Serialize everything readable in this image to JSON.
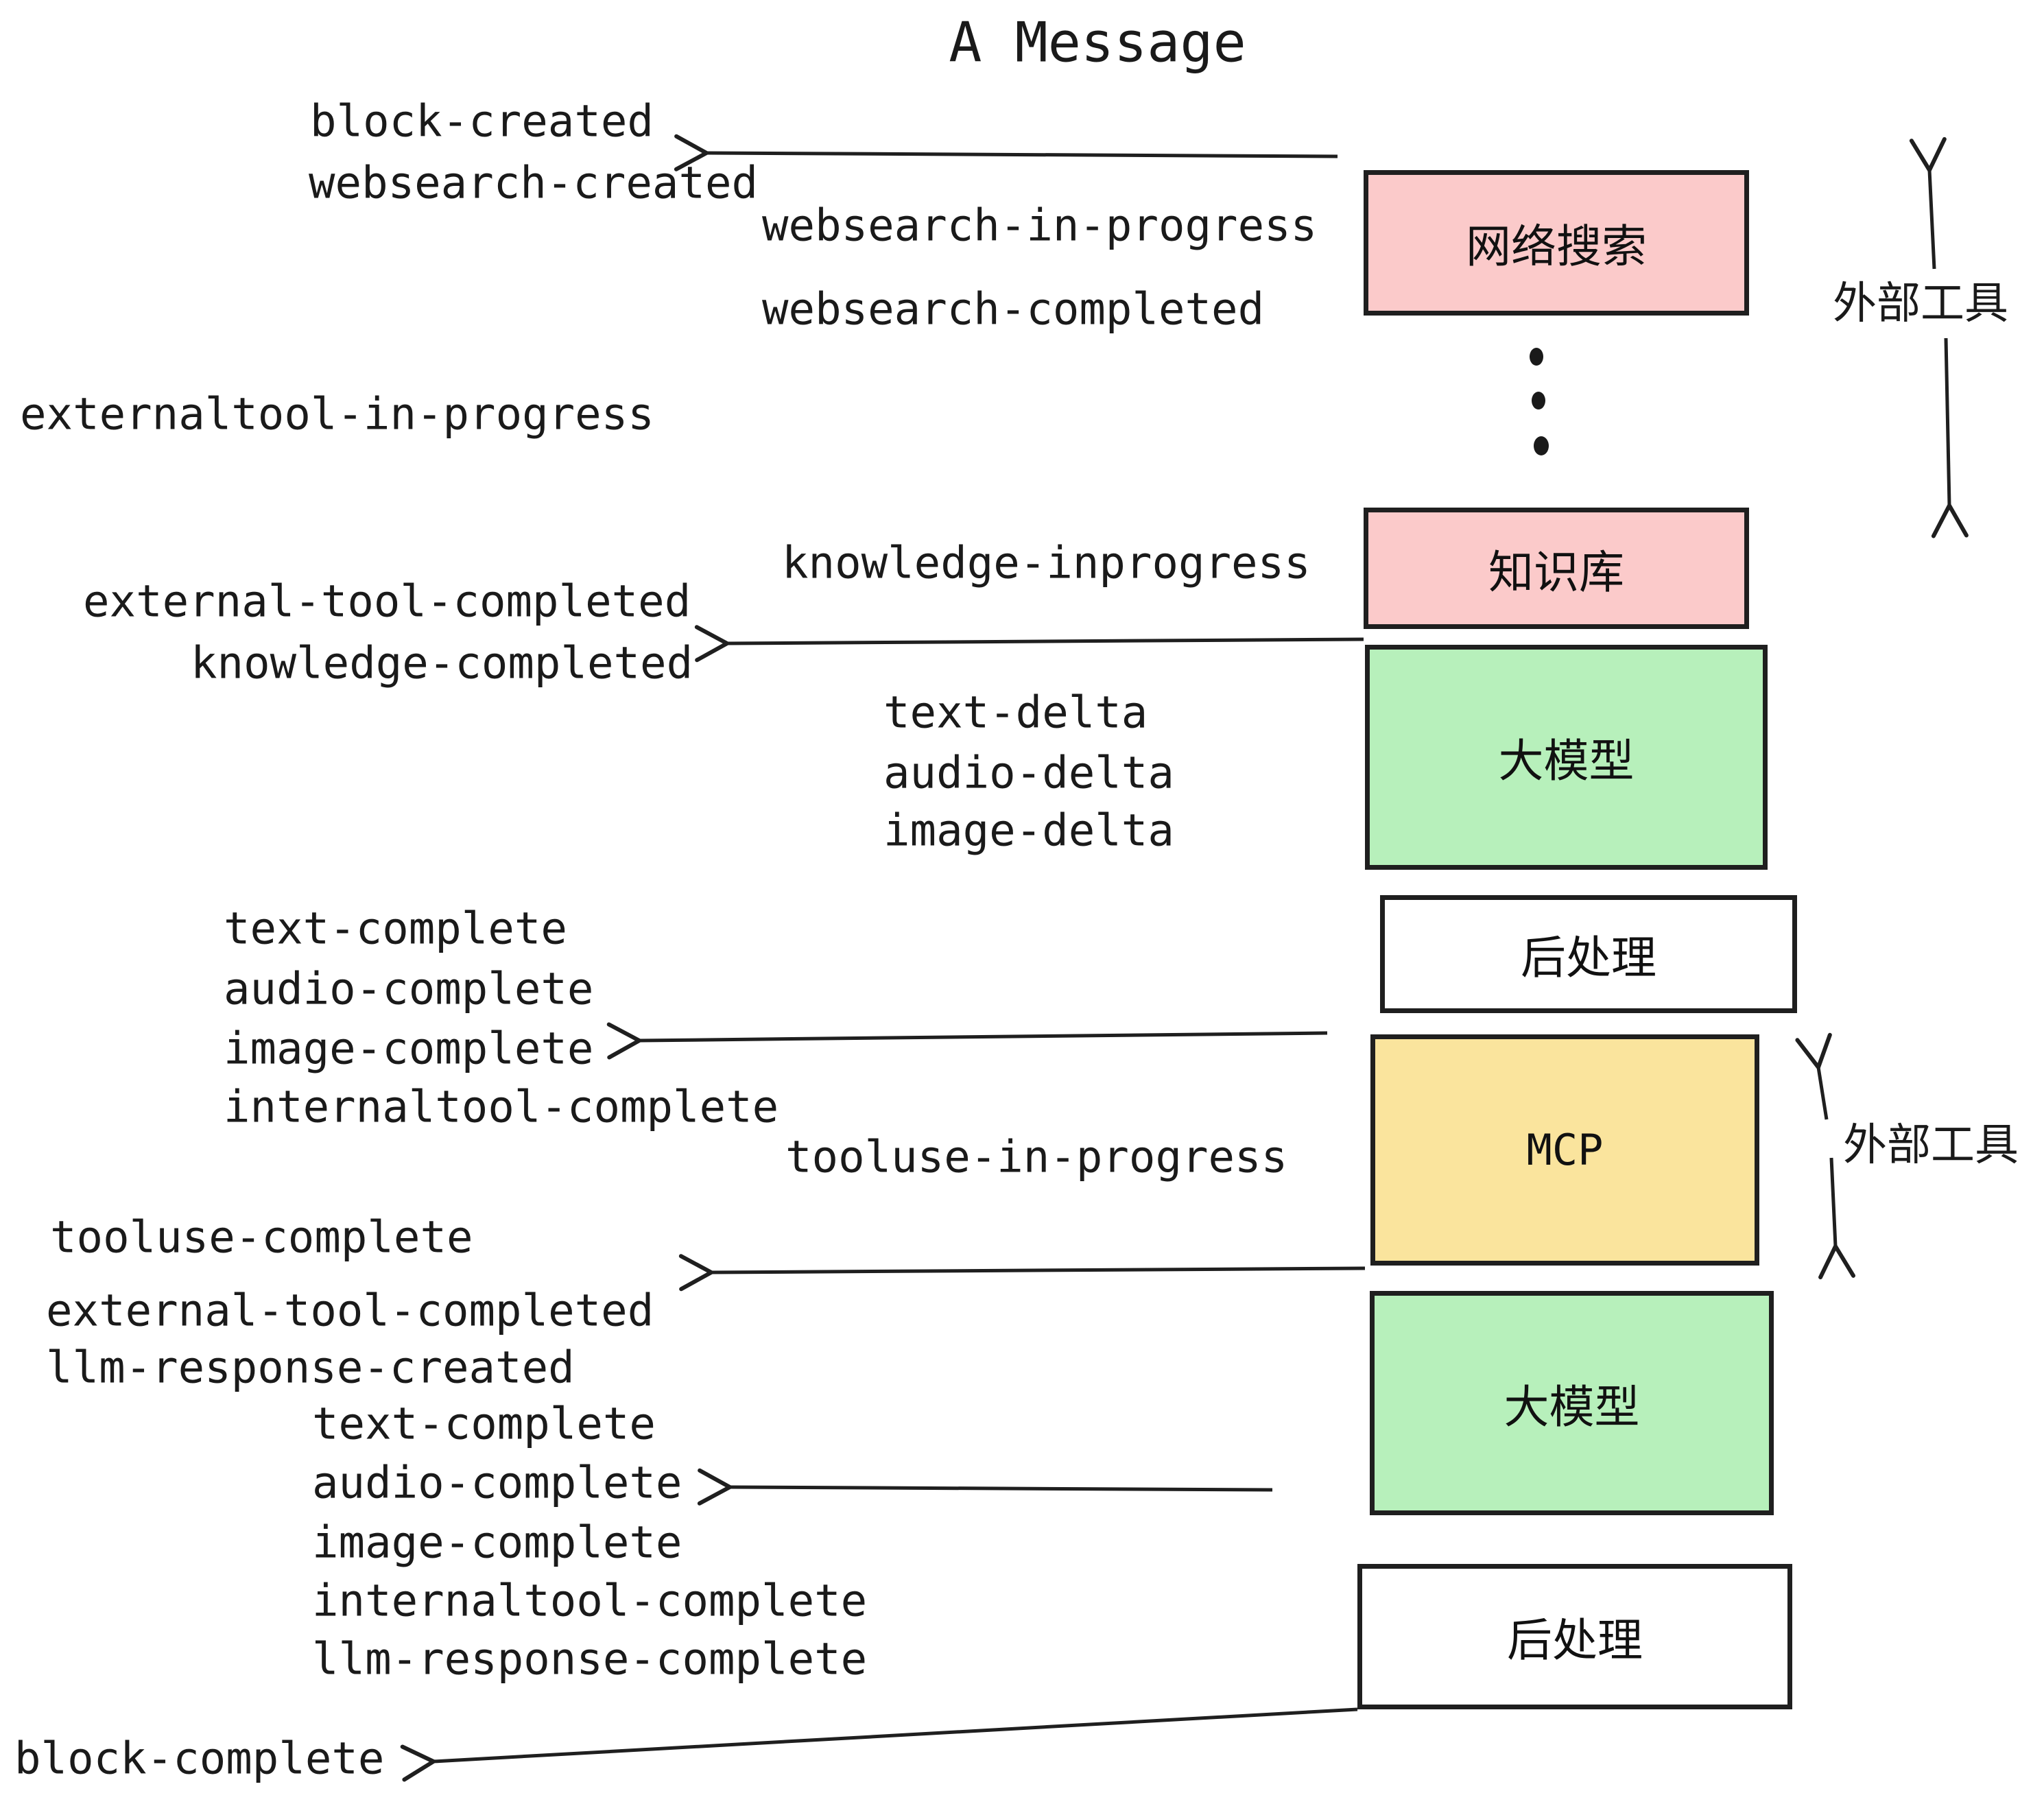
{
  "title": "A Message",
  "events": [
    {
      "text": "block-created"
    },
    {
      "text": "websearch-created"
    },
    {
      "text": "websearch-in-progress"
    },
    {
      "text": "websearch-completed"
    },
    {
      "text": "externaltool-in-progress"
    },
    {
      "text": "knowledge-inprogress"
    },
    {
      "text": "external-tool-completed"
    },
    {
      "text": "knowledge-completed"
    },
    {
      "text": "text-delta"
    },
    {
      "text": "audio-delta"
    },
    {
      "text": "image-delta"
    },
    {
      "text": "text-complete"
    },
    {
      "text": "audio-complete"
    },
    {
      "text": "image-complete"
    },
    {
      "text": "internaltool-complete"
    },
    {
      "text": "tooluse-in-progress"
    },
    {
      "text": "tooluse-complete"
    },
    {
      "text": "external-tool-completed"
    },
    {
      "text": "llm-response-created"
    },
    {
      "text": "text-complete"
    },
    {
      "text": "audio-complete"
    },
    {
      "text": "image-complete"
    },
    {
      "text": "internaltool-complete"
    },
    {
      "text": "llm-response-complete"
    },
    {
      "text": "block-complete"
    }
  ],
  "boxes": [
    {
      "label": "网络搜索",
      "type": "websearch",
      "color": "#fbcaca"
    },
    {
      "label": "知识库",
      "type": "knowledge",
      "color": "#fbcaca"
    },
    {
      "label": "大模型",
      "type": "llm",
      "color": "#b7f0bb"
    },
    {
      "label": "后处理",
      "type": "postprocess",
      "color": "#ffffff"
    },
    {
      "label": "MCP",
      "type": "mcp",
      "color": "#fae49d"
    },
    {
      "label": "大模型",
      "type": "llm",
      "color": "#b7f0bb"
    },
    {
      "label": "后处理",
      "type": "postprocess",
      "color": "#ffffff"
    }
  ],
  "annotations": [
    {
      "label": "外部工具"
    },
    {
      "label": "外部工具"
    }
  ],
  "colors": {
    "ink": "#1f1f1f",
    "pink": "#fbcaca",
    "green": "#b7f0bb",
    "yellow": "#fae49d",
    "white": "#ffffff"
  }
}
